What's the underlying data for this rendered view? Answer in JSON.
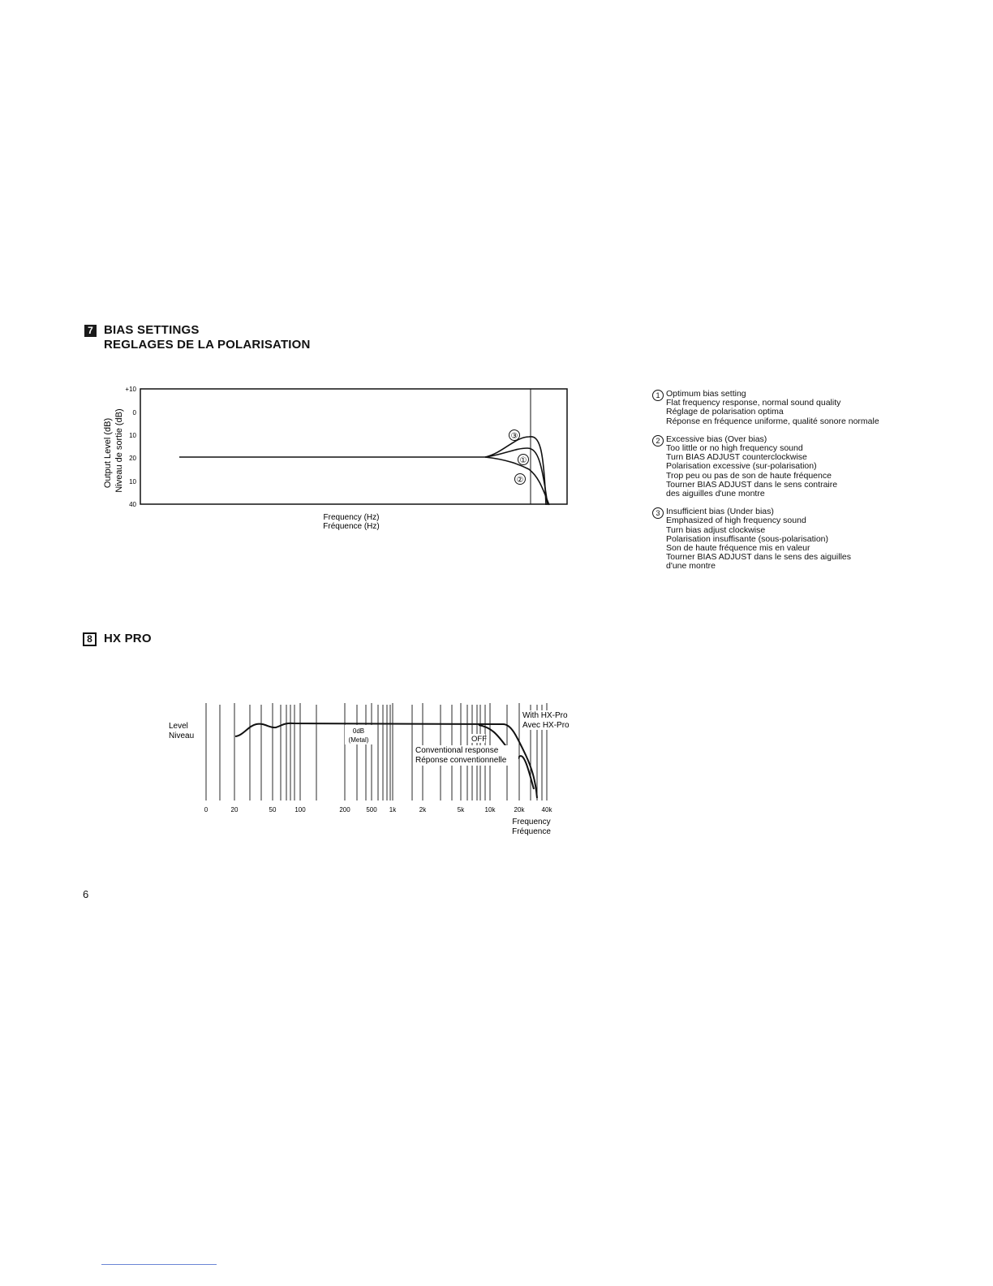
{
  "section7": {
    "number": "7",
    "title_en": "BIAS SETTINGS",
    "title_fr": "REGLAGES DE LA POLARISATION"
  },
  "bias_chart": {
    "y_label_en": "Output Level (dB)",
    "y_label_fr": "Niveau de sortie (dB)",
    "y_ticks": [
      "+10",
      "0",
      "10",
      "20",
      "10",
      "40"
    ],
    "x_label_en": "Frequency (Hz)",
    "x_label_fr": "Fréquence (Hz)",
    "curve_markers": [
      "③",
      "①",
      "②"
    ]
  },
  "bias_legend": [
    {
      "marker": "1",
      "lines": [
        "Optimum bias setting",
        "Flat frequency response, normal sound quality",
        "Réglage de polarisation optima",
        "Réponse en fréquence uniforme, qualité sonore normale"
      ]
    },
    {
      "marker": "2",
      "lines": [
        "Excessive bias (Over bias)",
        "Too little or no high frequency sound",
        "Turn BIAS ADJUST counterclockwise",
        "Polarisation excessive (sur-polarisation)",
        "Trop peu ou pas de son de haute fréquence",
        "Tourner BIAS ADJUST dans le sens contraire",
        "des aiguilles d'une montre"
      ]
    },
    {
      "marker": "3",
      "lines": [
        "Insufficient bias (Under bias)",
        "Emphasized of high frequency sound",
        "Turn bias adjust clockwise",
        "Polarisation insuffisante (sous-polarisation)",
        "Son de haute fréquence mis en valeur",
        "Tourner BIAS ADJUST dans le sens des aiguilles",
        "d'une montre"
      ]
    }
  ],
  "section8": {
    "number": "8",
    "title": "HX PRO"
  },
  "hx_chart": {
    "level_en": "Level",
    "level_fr": "Niveau",
    "ref_label": "0dB",
    "ref_sub": "(Metal)",
    "off_label": "OFF",
    "conventional_en": "Conventional response",
    "conventional_fr": "Réponse conventionnelle",
    "hxpro_en": "With HX-Pro",
    "hxpro_fr": "Avec HX-Pro",
    "x_ticks": [
      "0",
      "20",
      "50",
      "100",
      "200",
      "500",
      "1k",
      "2k",
      "5k",
      "10k",
      "20k",
      "40k"
    ],
    "x_label_en": "Frequency",
    "x_label_fr": "Fréquence"
  },
  "page_number": "6"
}
